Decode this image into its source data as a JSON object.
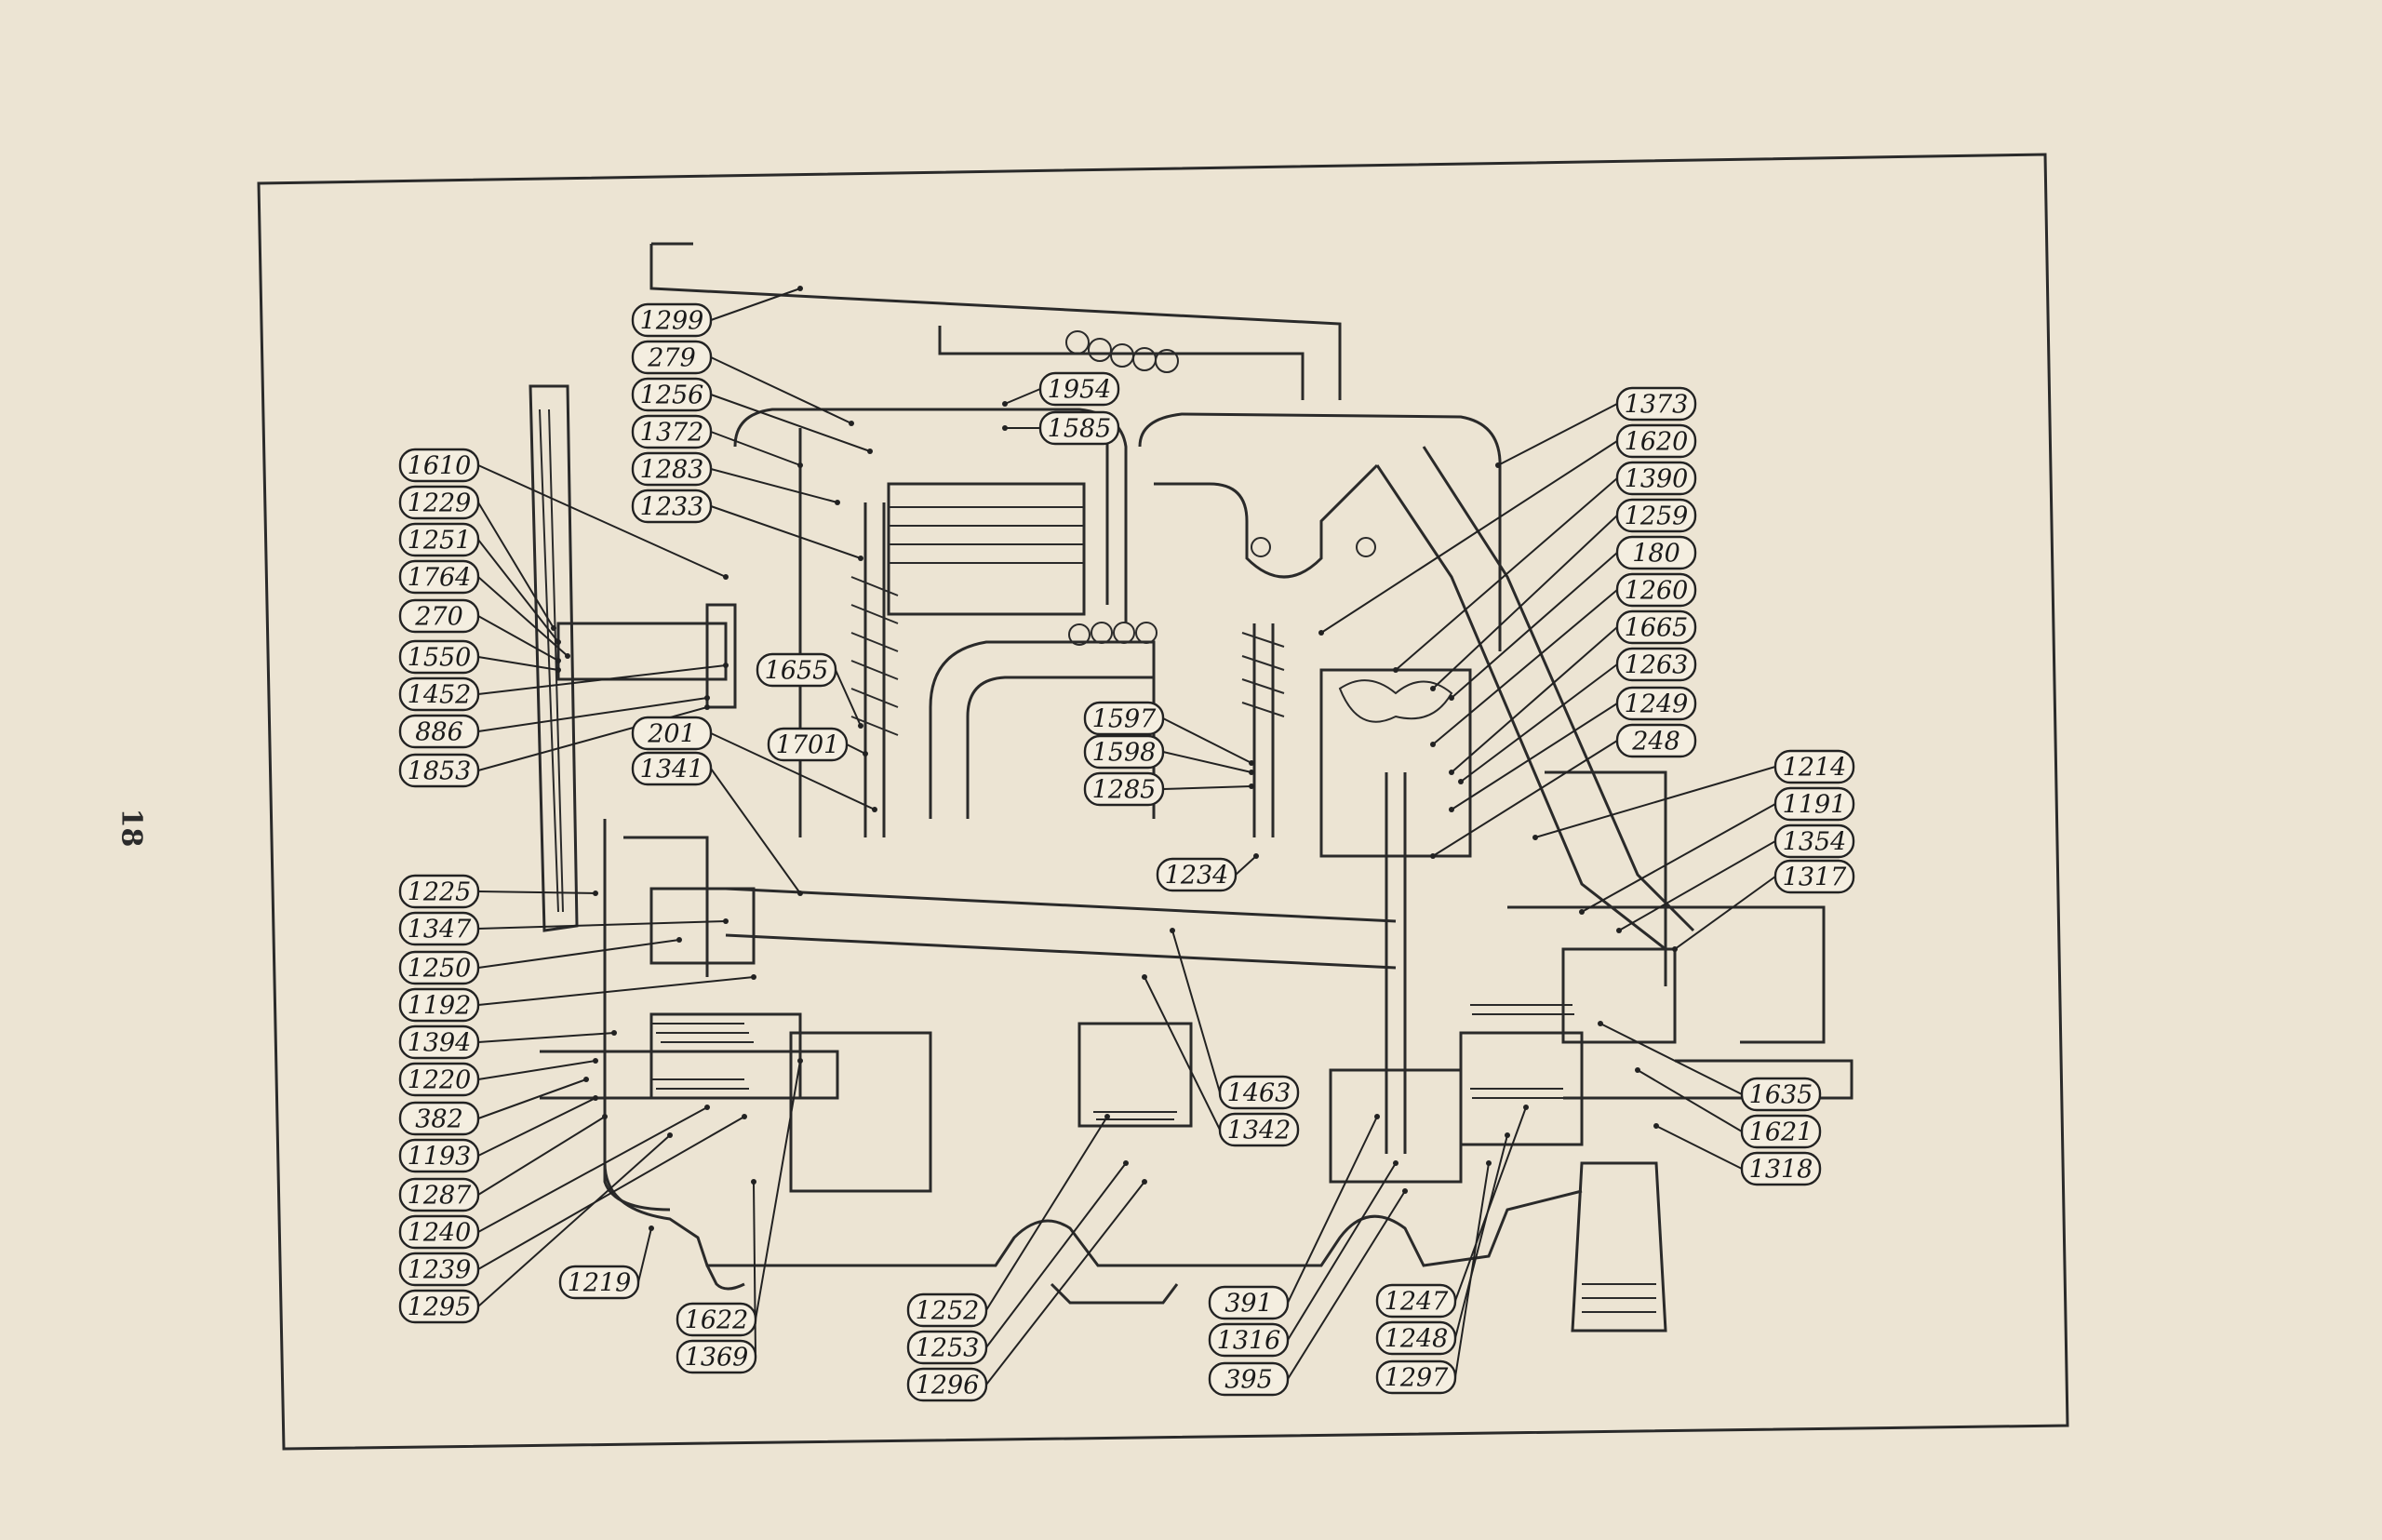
{
  "page": {
    "number": "18"
  },
  "diagram": {
    "callouts_left": [
      "1299",
      "279",
      "1256",
      "1372",
      "1283",
      "1233",
      "1610",
      "1229",
      "1251",
      "1764",
      "270",
      "1550",
      "1452",
      "886",
      "1853",
      "201",
      "1341",
      "1655",
      "1701",
      "1225",
      "1347",
      "1250",
      "1192",
      "1394",
      "1220",
      "382",
      "1193",
      "1287",
      "1240",
      "1239",
      "1295",
      "1219",
      "1622",
      "1369"
    ],
    "callouts_top": [
      "1954",
      "1585"
    ],
    "callouts_center": [
      "1597",
      "1598",
      "1285",
      "1234",
      "1463",
      "1342",
      "1252",
      "1253",
      "1296",
      "391",
      "1316",
      "395",
      "1247",
      "1248",
      "1297"
    ],
    "callouts_right": [
      "1373",
      "1620",
      "1390",
      "1259",
      "180",
      "1260",
      "1665",
      "1263",
      "1249",
      "248",
      "1214",
      "1191",
      "1354",
      "1317",
      "1635",
      "1621",
      "1318"
    ]
  }
}
